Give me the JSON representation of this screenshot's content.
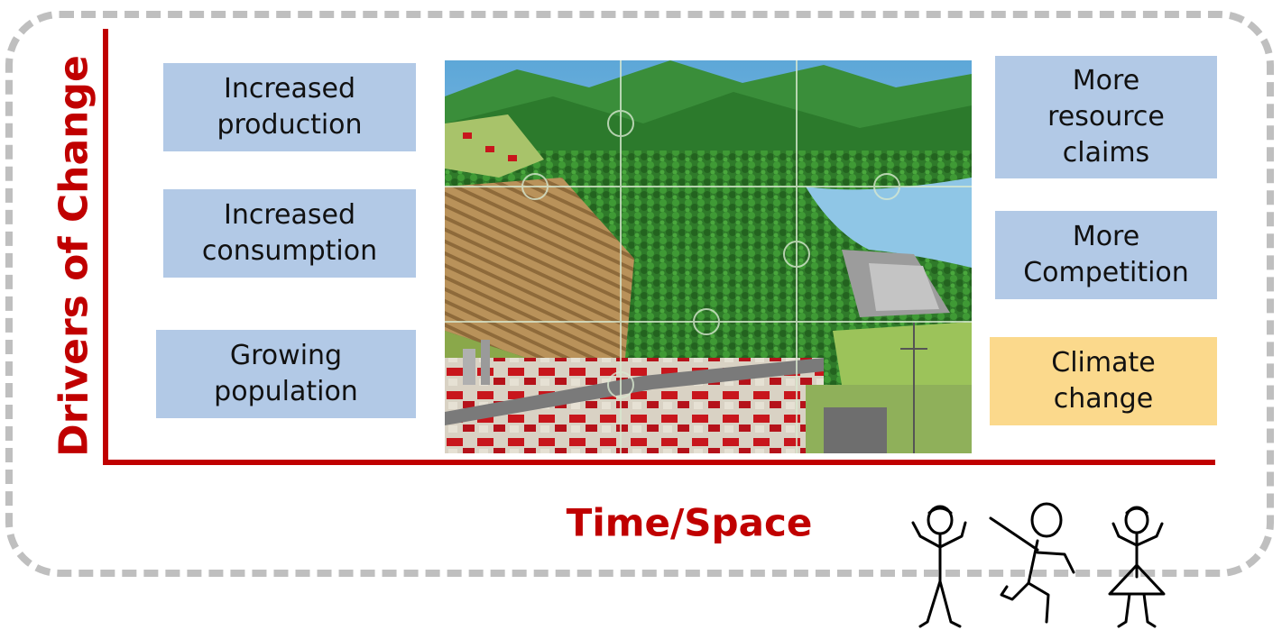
{
  "axes": {
    "y_label": "Drivers of Change",
    "x_label": "Time/Space"
  },
  "left_boxes": [
    {
      "lines": [
        "Increased",
        "production"
      ]
    },
    {
      "lines": [
        "Increased",
        "consumption"
      ]
    },
    {
      "lines": [
        "Growing",
        "population"
      ]
    }
  ],
  "right_boxes": [
    {
      "lines": [
        "More",
        "resource",
        "claims"
      ]
    },
    {
      "lines": [
        "More",
        "Competition"
      ]
    },
    {
      "lines": [
        "Climate",
        "change"
      ]
    }
  ],
  "colors": {
    "axis": "#c00000",
    "box_blue": "#b2c9e6",
    "box_yellow": "#fbd98c",
    "frame": "#bfbfbf"
  }
}
